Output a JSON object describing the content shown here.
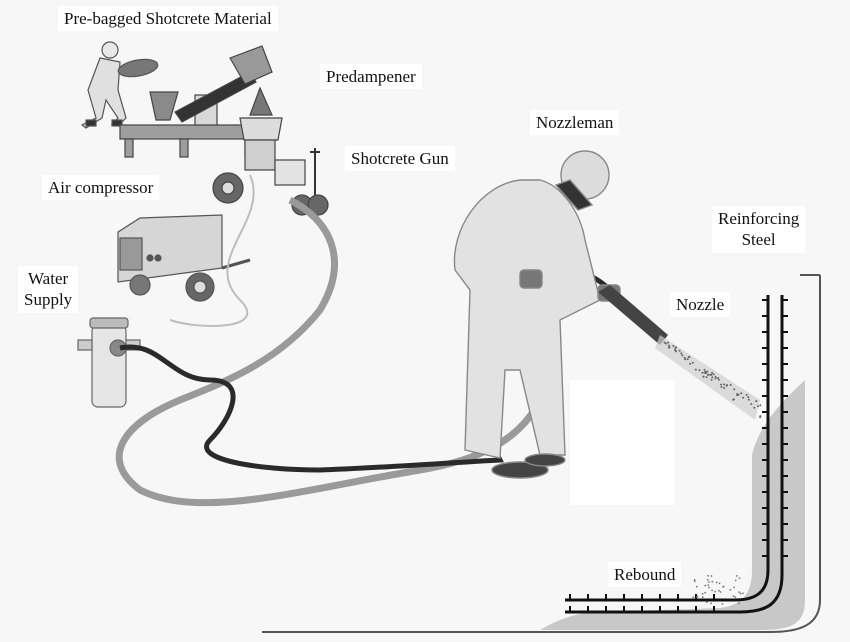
{
  "diagram": {
    "title": "Shotcrete dry-mix process",
    "labels": {
      "pre_bagged": "Pre-bagged Shotcrete Material",
      "predampener": "Predampener",
      "nozzleman": "Nozzleman",
      "shotcrete_gun": "Shotcrete Gun",
      "air_compressor": "Air compressor",
      "reinforcing_steel_line1": "Reinforcing",
      "reinforcing_steel_line2": "Steel",
      "water_supply_line1": "Water",
      "water_supply_line2": "Supply",
      "nozzle": "Nozzle",
      "rebound": "Rebound"
    },
    "colors": {
      "background": "#f7f7f7",
      "label_bg": "#ffffff",
      "hose_light": "#9a9a9a",
      "hose_dark": "#2a2a2a",
      "clothing": "#e2e2e2",
      "equipment": "#bdbdbd",
      "shotcrete": "#c8c8c8",
      "steel": "#111111"
    }
  }
}
